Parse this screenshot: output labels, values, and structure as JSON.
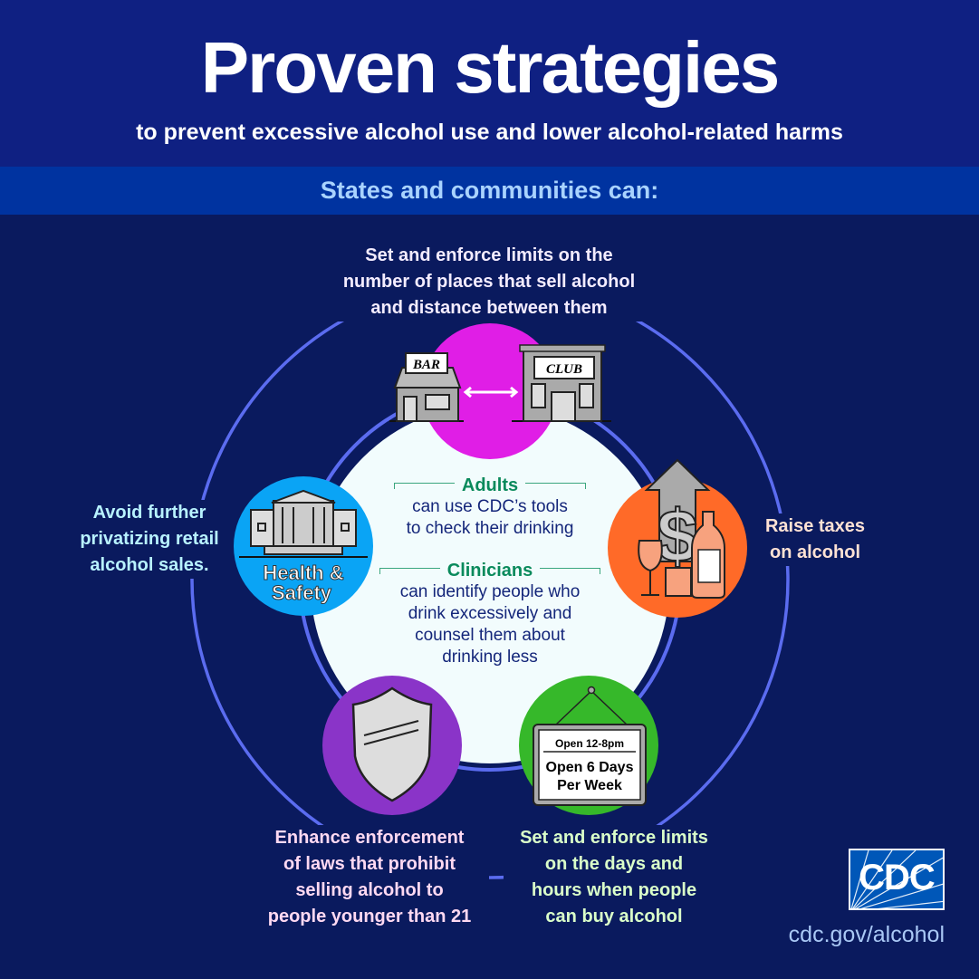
{
  "header": {
    "title": "Proven strategies",
    "subtitle": "to prevent excessive alcohol use and lower alcohol-related harms"
  },
  "band": {
    "text": "States and communities can:"
  },
  "strategies": {
    "top": [
      "Set and enforce limits on the",
      "number of places that sell alcohol",
      "and distance between them"
    ],
    "left": [
      "Avoid further",
      "privatizing retail",
      "alcohol sales."
    ],
    "right": [
      "Raise taxes",
      "on alcohol"
    ],
    "bottom_left": [
      "Enhance enforcement",
      "of laws that prohibit",
      "selling alcohol to",
      "people younger than 21"
    ],
    "bottom_right": [
      "Set and enforce limits",
      "on the days and",
      "hours when people",
      "can buy alcohol"
    ]
  },
  "center": {
    "adults_heading": "Adults",
    "adults_text": [
      "can use CDC’s tools",
      "to check their drinking"
    ],
    "clinicians_heading": "Clinicians",
    "clinicians_text": [
      "can identify people who",
      "drink excessively and",
      "counsel them about",
      "drinking less"
    ]
  },
  "icons": {
    "bar_sign": "BAR",
    "club_sign": "CLUB",
    "health_safety": [
      "Health &",
      "Safety"
    ],
    "hours_sign": {
      "line1": "Open 12-8pm",
      "line2": "Open 6 Days",
      "line3": "Per Week"
    }
  },
  "footer": {
    "logo": "CDC",
    "url": "cdc.gov/alcohol"
  },
  "colors": {
    "header_bg": "#0f2082",
    "band_bg": "#0033a0",
    "body_bg": "#0a1a5e",
    "ring": "#5b6cf0",
    "magenta": "#e01ee6",
    "blue": "#0aa4f5",
    "orange": "#ff6a28",
    "purple": "#8a34c8",
    "green": "#36b82a"
  }
}
